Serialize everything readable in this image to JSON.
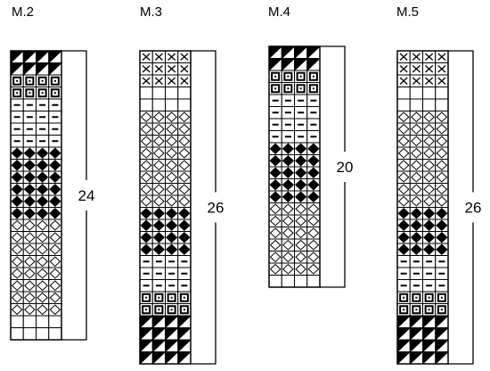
{
  "symbol_key": {
    "blank": "empty cell",
    "tri": "black triangle (lower-left half filled)",
    "sq": "small square with dot",
    "dash": "short horizontal dash",
    "fd": "filled black diamond",
    "od": "open diamond outline",
    "x": "cross"
  },
  "charts": [
    {
      "id": "m2",
      "title": "M.2",
      "row_count": "24",
      "rows": [
        "blank",
        "blank",
        "od",
        "od",
        "od",
        "od",
        "od",
        "od",
        "od",
        "od",
        "fd",
        "fd",
        "fd",
        "fd",
        "fd",
        "fd",
        "dash",
        "dash",
        "dash",
        "dash",
        "sq",
        "sq",
        "tri",
        "tri"
      ]
    },
    {
      "id": "m3",
      "title": "M.3",
      "row_count": "26",
      "rows": [
        "tri",
        "tri",
        "tri",
        "tri",
        "sq",
        "sq",
        "dash",
        "dash",
        "dash",
        "fd",
        "fd",
        "fd",
        "fd",
        "od",
        "od",
        "od",
        "od",
        "od",
        "od",
        "od",
        "od",
        "blank",
        "blank",
        "x",
        "x",
        "x"
      ]
    },
    {
      "id": "m4",
      "title": "M.4",
      "row_count": "20",
      "rows": [
        "blank",
        "od",
        "od",
        "od",
        "od",
        "od",
        "od",
        "fd",
        "fd",
        "fd",
        "fd",
        "fd",
        "dash",
        "dash",
        "dash",
        "dash",
        "sq",
        "sq",
        "tri",
        "tri"
      ]
    },
    {
      "id": "m5",
      "title": "M.5",
      "row_count": "26",
      "rows": [
        "tri",
        "tri",
        "tri",
        "tri",
        "sq",
        "sq",
        "dash",
        "dash",
        "dash",
        "fd",
        "fd",
        "fd",
        "fd",
        "od",
        "od",
        "od",
        "od",
        "od",
        "od",
        "od",
        "od",
        "blank",
        "blank",
        "x",
        "x",
        "x"
      ]
    }
  ]
}
